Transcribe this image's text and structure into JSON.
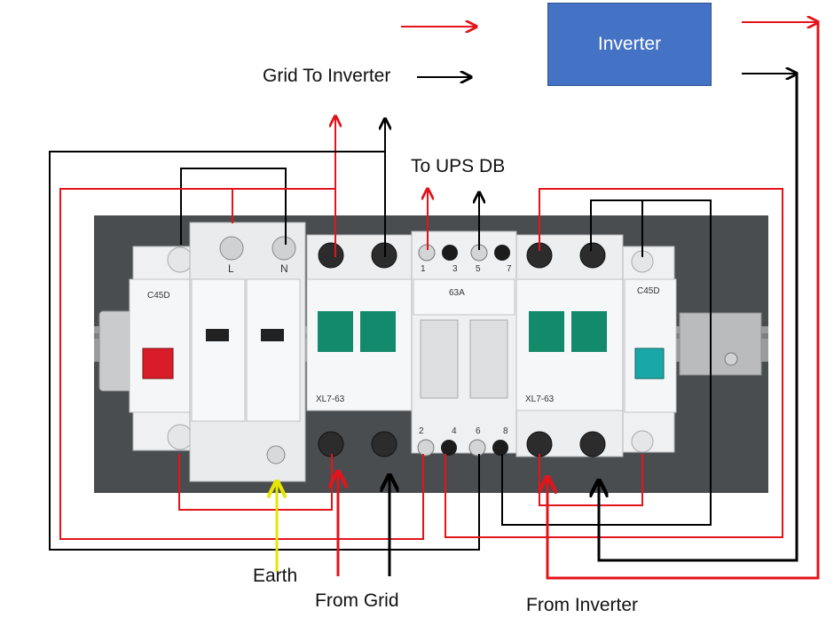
{
  "inverter": {
    "label": "Inverter"
  },
  "labels": {
    "grid_to_inverter": "Grid To Inverter",
    "to_ups_db": "To UPS DB",
    "earth": "Earth",
    "from_grid": "From Grid",
    "from_inverter": "From Inverter"
  },
  "device_labels": {
    "spd_l": "L",
    "spd_n": "N",
    "left_indicator": "C45D",
    "right_indicator": "C45D",
    "mcb_left_model": "XL7-63",
    "mcb_right_model": "XL7-63",
    "changeover_rating": "63A",
    "terminal_1": "1",
    "terminal_3": "3",
    "terminal_5": "5",
    "terminal_7": "7",
    "terminal_2": "2",
    "terminal_4": "4",
    "terminal_6": "6",
    "terminal_8": "8"
  },
  "colors": {
    "live_wire": "#e3141b",
    "neutral_wire": "#000000",
    "earth_wire": "#ffff00",
    "inverter_fill": "#4472c4",
    "mcb_handle": "#138a6b",
    "indicator_red": "#d81c2a",
    "indicator_teal": "#1aa7a7"
  }
}
